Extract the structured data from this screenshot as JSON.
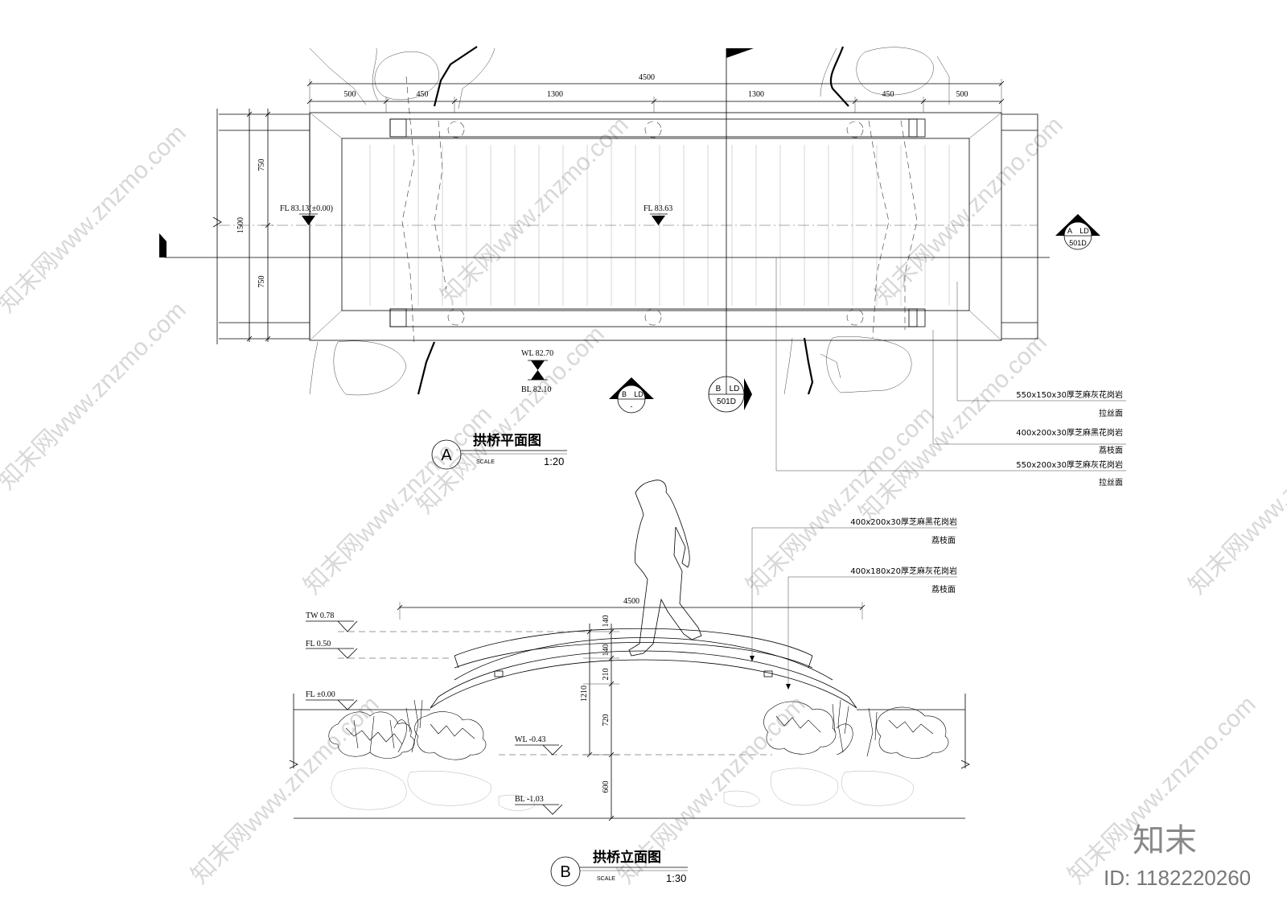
{
  "plan": {
    "dims_top": {
      "total": "4500",
      "segments": [
        "500",
        "450",
        "1300",
        "1300",
        "450",
        "500"
      ]
    },
    "dims_left": {
      "total": "1500",
      "segments": [
        "750",
        "750"
      ]
    },
    "levels": [
      {
        "label": "FL 83.13(±0.00)"
      },
      {
        "label": "FL 83.63"
      },
      {
        "label": "WL 82.70"
      },
      {
        "label": "BL 82.10"
      }
    ],
    "callouts": [
      {
        "line1": "550x150x30厚芝麻灰花岗岩",
        "line2": "拉丝面"
      },
      {
        "line1": "400x200x30厚芝麻黑花岗岩",
        "line2": "荔枝面"
      },
      {
        "line1": "550x200x30厚芝麻灰花岗岩",
        "line2": "拉丝面"
      }
    ],
    "section_markers": [
      {
        "letter": "A",
        "ref": "LD",
        "sheet": "501D"
      },
      {
        "letter": "B",
        "ref": "LD",
        "sheet": "-"
      },
      {
        "letter": "B",
        "ref": "LD",
        "sheet": "501D"
      }
    ],
    "title": {
      "letter": "A",
      "text": "拱桥平面图",
      "scale_label": "SCALE",
      "scale": "1:20"
    }
  },
  "elevation": {
    "dim_total": "4500",
    "vdims": [
      "140",
      "140",
      "210",
      "720",
      "1210",
      "600"
    ],
    "levels": [
      {
        "label": "TW 0.78"
      },
      {
        "label": "FL 0.50"
      },
      {
        "label": "FL ±0.00"
      },
      {
        "label": "WL -0.43"
      },
      {
        "label": "BL -1.03"
      }
    ],
    "callouts": [
      {
        "line1": "400x200x30厚芝麻黑花岗岩",
        "line2": "荔枝面"
      },
      {
        "line1": "400x180x20厚芝麻灰花岗岩",
        "line2": "荔枝面"
      }
    ],
    "title": {
      "letter": "B",
      "text": "拱桥立面图",
      "scale_label": "SCALE",
      "scale": "1:30"
    }
  },
  "watermark": {
    "text": "知末网www.znzmo.com"
  },
  "brand": {
    "logo": "知末",
    "id": "ID: 1182220260"
  }
}
